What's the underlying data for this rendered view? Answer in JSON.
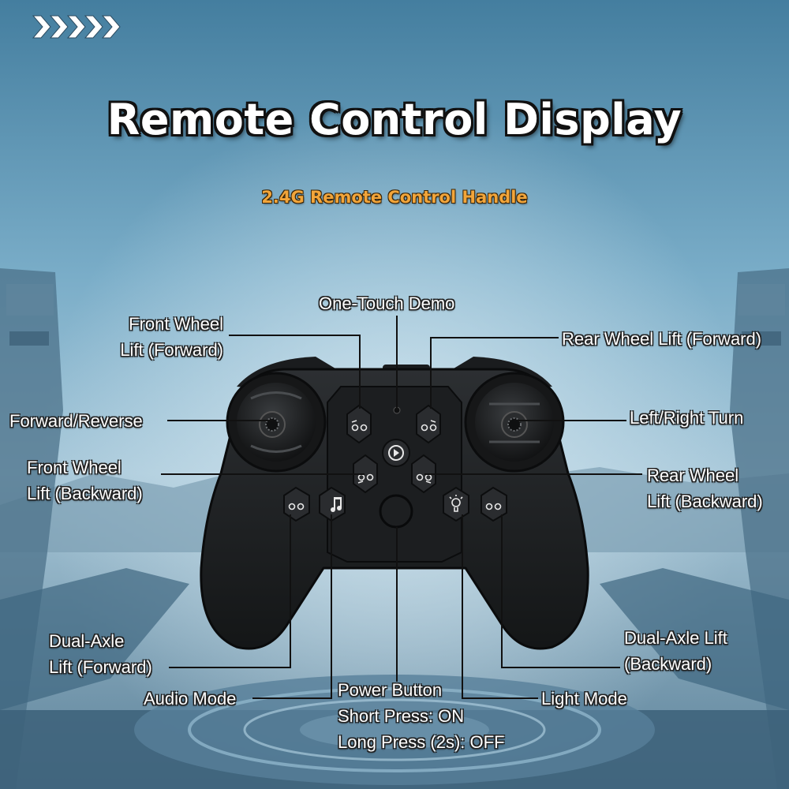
{
  "header": {
    "title": "Remote Control Display",
    "subtitle": "2.4G Remote Control Handle"
  },
  "labels": {
    "one_touch_demo": "One-Touch Demo",
    "front_wheel_lift_forward": [
      "Front Wheel",
      "Lift (Forward)"
    ],
    "rear_wheel_lift_forward": "Rear Wheel Lift (Forward)",
    "forward_reverse": "Forward/Reverse",
    "left_right_turn": "Left/Right Turn",
    "front_wheel_lift_backward": [
      "Front Wheel",
      "Lift (Backward)"
    ],
    "rear_wheel_lift_backward": [
      "Rear Wheel",
      "Lift (Backward)"
    ],
    "dual_axle_lift_forward": [
      "Dual-Axle",
      "Lift (Forward)"
    ],
    "dual_axle_lift_backward": [
      "Dual-Axle Lift",
      "(Backward)"
    ],
    "audio_mode": "Audio Mode",
    "light_mode": "Light Mode",
    "power_button": [
      "Power Button",
      "Short Press: ON",
      "Long Press (2s): OFF"
    ]
  },
  "icons": {
    "header_decoration": "chevron-right-icon",
    "demo": "play-icon",
    "audio": "music-note-icon",
    "light": "light-bulb-icon",
    "wheel_lift": "wheel-lift-icon"
  },
  "colors": {
    "title_text": "#ffffff",
    "subtitle_text": "#f2a53a",
    "controller_body": "#1e2022",
    "leader_line": "#111111"
  }
}
